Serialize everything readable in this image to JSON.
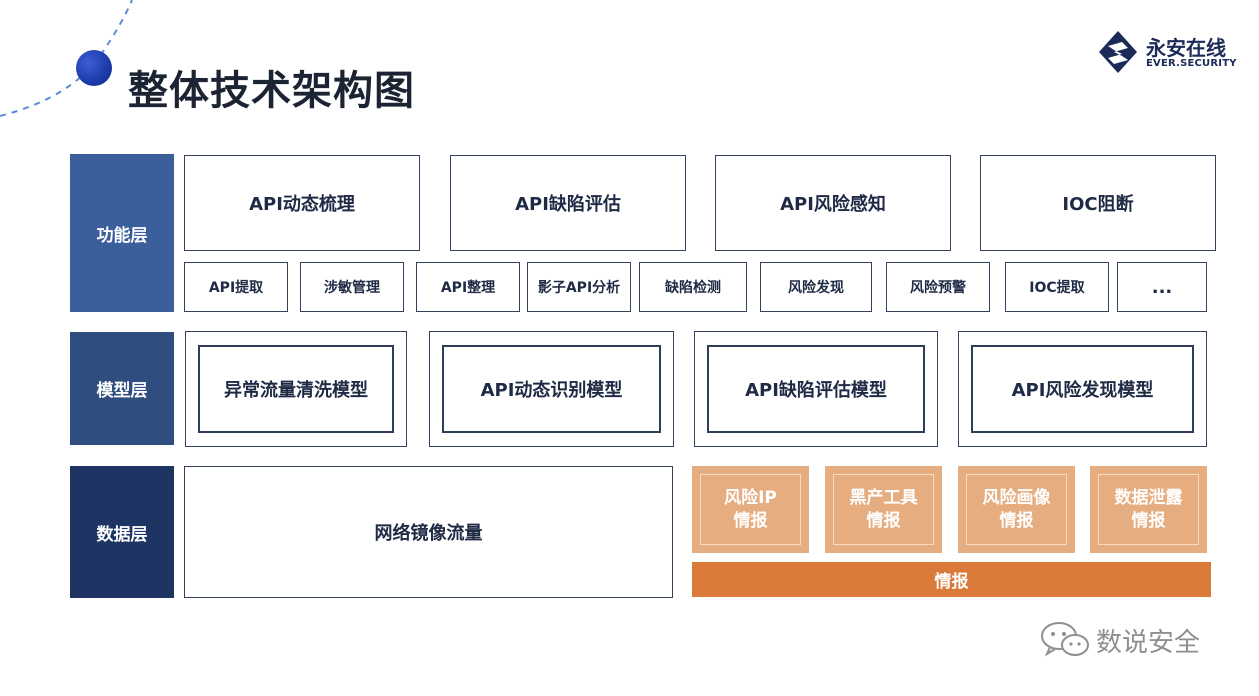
{
  "header": {
    "title": "整体技术架构图"
  },
  "logo": {
    "name_cn": "永安在线",
    "name_en": "EVER.SECURITY",
    "brand_color": "#1b2a57"
  },
  "layers": {
    "function": {
      "label": "功能层",
      "modules": [
        "API动态梳理",
        "API缺陷评估",
        "API风险感知",
        "IOC阻断"
      ],
      "capabilities": [
        "API提取",
        "涉敏管理",
        "API整理",
        "影子API分析",
        "缺陷检测",
        "风险发现",
        "风险预警",
        "IOC提取",
        "..."
      ]
    },
    "model": {
      "label": "模型层",
      "models": [
        "异常流量清洗模型",
        "API动态识别模型",
        "API缺陷评估模型",
        "API风险发现模型"
      ]
    },
    "data": {
      "label": "数据层",
      "traffic": "网络镜像流量",
      "intel_sources": [
        {
          "line1": "风险IP",
          "line2": "情报"
        },
        {
          "line1": "黑产工具",
          "line2": "情报"
        },
        {
          "line1": "风险画像",
          "line2": "情报"
        },
        {
          "line1": "数据泄露",
          "line2": "情报"
        }
      ],
      "intel_bar": "情报"
    }
  },
  "watermark": {
    "text": "数说安全",
    "icon": "wechat-icon"
  },
  "colors": {
    "function_layer": "#3a5f9a",
    "model_layer": "#2f4d7f",
    "data_layer": "#1e3563",
    "intel_box": "#e6ad80",
    "intel_bar": "#d97a3a"
  }
}
